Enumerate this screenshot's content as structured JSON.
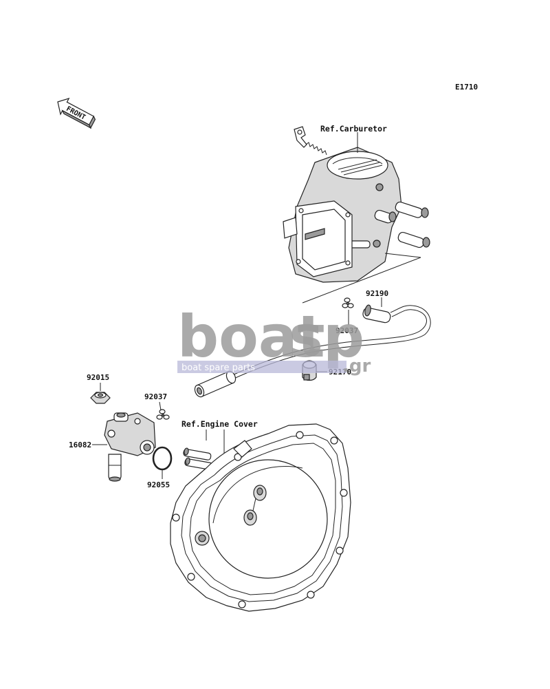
{
  "diagram_code": "E1710",
  "front_label": "FRONT",
  "refs": {
    "carburetor": "Ref.Carburetor",
    "engine_cover": "Ref.Engine Cover"
  },
  "parts": {
    "p92190": "92190",
    "p92037_top": "92037",
    "p92170": "92170",
    "p92015": "92015",
    "p92037_left": "92037",
    "p16082": "16082",
    "p92055": "92055"
  },
  "watermark": {
    "brand_main": "boat",
    "brand_accent": "sp",
    "brand_tld": ".gr",
    "tagline": "boat spare parts"
  },
  "colors": {
    "line": "#222222",
    "watermark_gray": "#9c9c9c",
    "watermark_band": "#b8b8d8"
  }
}
